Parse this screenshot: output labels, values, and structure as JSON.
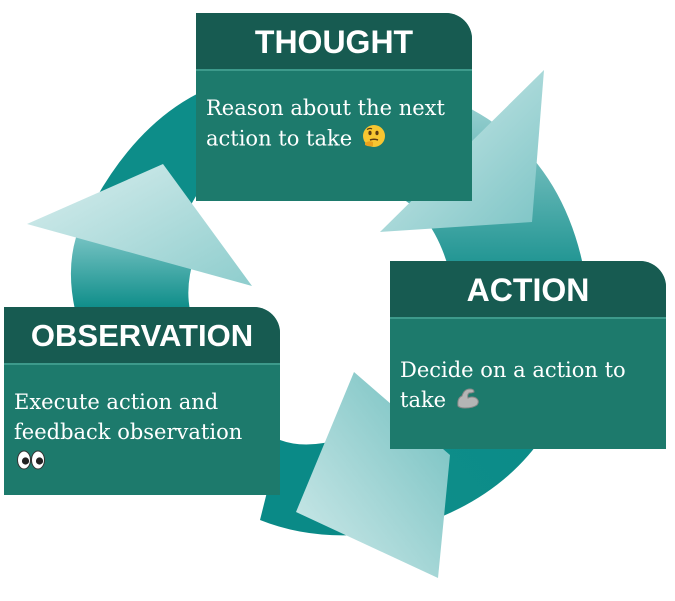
{
  "colors": {
    "ring_dark": "#0b8c88",
    "ring_light": "#c6e6e7",
    "card_body": "#1d7a6c",
    "card_header": "#175b51",
    "text": "#ffffff"
  },
  "steps": [
    {
      "title": "THOUGHT",
      "body": "Reason about the next action to take",
      "emoji": "thinking-face-icon"
    },
    {
      "title": "ACTION",
      "body": "Decide on a action to take",
      "emoji": "flexed-biceps-icon"
    },
    {
      "title": "OBSERVATION",
      "body": "Execute action and feedback observation",
      "emoji": "eyes-icon"
    }
  ]
}
